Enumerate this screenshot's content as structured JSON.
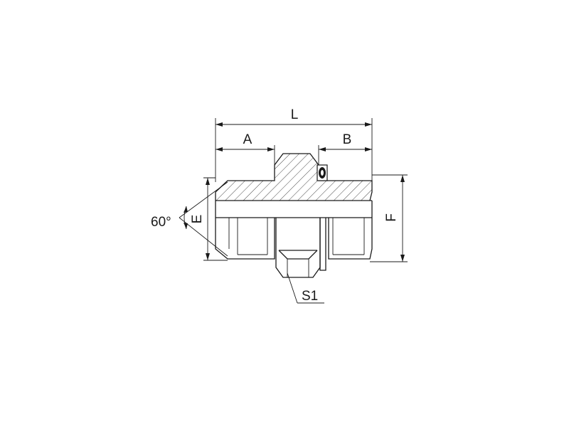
{
  "diagram": {
    "labels": {
      "overall_length": "L",
      "left_thread_length": "A",
      "right_thread_length": "B",
      "left_bore": "E",
      "right_diameter": "F",
      "hex_size": "S1",
      "cone_angle": "60°"
    },
    "colors": {
      "line": "#1a1a1a",
      "background": "#ffffff"
    }
  }
}
